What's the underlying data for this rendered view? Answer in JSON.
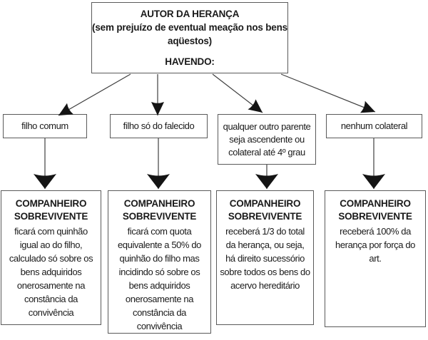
{
  "diagram": {
    "type": "flowchart",
    "language": "pt-BR",
    "topic": "Sucessão do companheiro sobrevivente"
  },
  "colors": {
    "background": "#ffffff",
    "box_border": "#5a5a5a",
    "text": "#1a1a1a",
    "line": "#3f3f3f",
    "arrowhead": "#141414"
  },
  "root_box": {
    "title": "AUTOR DA HERANÇA",
    "subtitle": "(sem prejuízo de eventual meação nos bens\naqüestos)",
    "label": "HAVENDO:"
  },
  "conditions": [
    {
      "label": "filho comum"
    },
    {
      "label": "filho só do falecido"
    },
    {
      "label": "qualquer outro parente\nseja ascendente ou\ncolateral até 4º grau"
    },
    {
      "label": "nenhum colateral"
    }
  ],
  "outcomes": [
    {
      "heading": "COMPANHEIRO\nSOBREVIVENTE",
      "body": "ficará com quinhão\nigual ao do filho,\ncalculado só sobre os\nbens adquiridos\nonerosamente na\nconstância da\nconvivência"
    },
    {
      "heading": "COMPANHEIRO\nSOBREVIVENTE",
      "body": "ficará com quota\nequivalente a 50% do\nquinhão do filho mas\nincidindo só sobre os\nbens adquiridos\nonerosamente na\nconstância da\nconvivência"
    },
    {
      "heading": "COMPANHEIRO\nSOBREVIVENTE",
      "body": "receberá 1/3 do total\nda herança, ou seja,\nhá direito sucessório\nsobre todos os bens do\nacervo hereditário"
    },
    {
      "heading": "COMPANHEIRO\nSOBREVIVENTE",
      "body": "receberá 100% da\nherança por força do\nart."
    }
  ]
}
